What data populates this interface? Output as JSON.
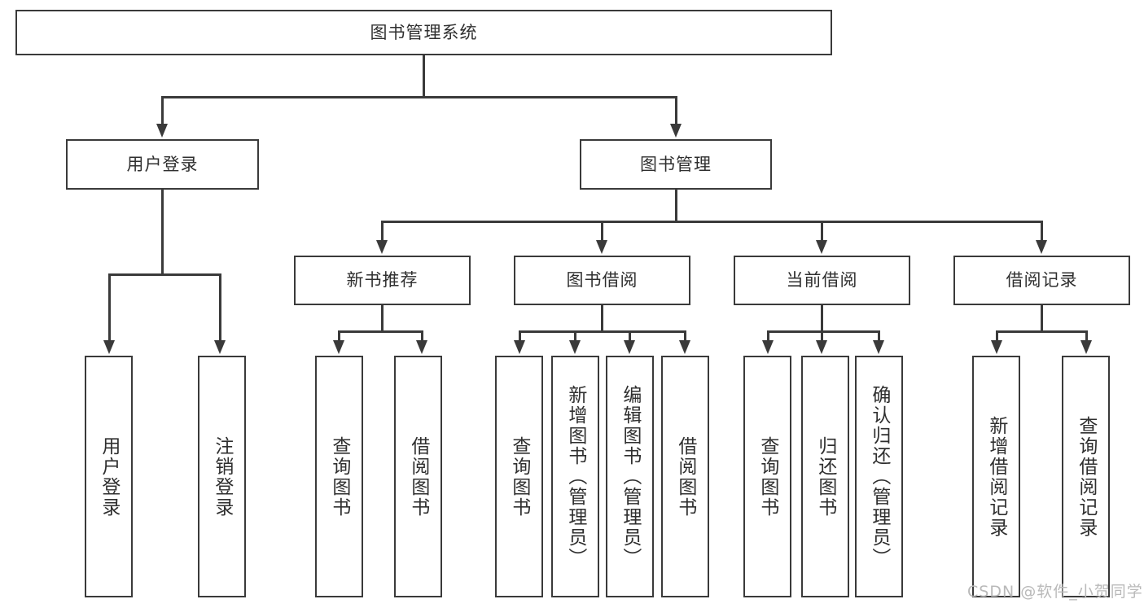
{
  "diagram": {
    "title": "图书管理系统",
    "type": "hierarchy-tree",
    "root": {
      "label": "图书管理系统"
    },
    "level2": [
      {
        "id": "user-login",
        "label": "用户登录"
      },
      {
        "id": "book-management",
        "label": "图书管理"
      }
    ],
    "level3": [
      {
        "id": "new-book-recommend",
        "label": "新书推荐",
        "parent": "book-management"
      },
      {
        "id": "book-borrow",
        "label": "图书借阅",
        "parent": "book-management"
      },
      {
        "id": "current-borrow",
        "label": "当前借阅",
        "parent": "book-management"
      },
      {
        "id": "borrow-record",
        "label": "借阅记录",
        "parent": "book-management"
      }
    ],
    "leaves": {
      "user-login": [
        {
          "id": "leaf-user-login",
          "label": "用户登录"
        },
        {
          "id": "leaf-user-logout",
          "label": "注销登录"
        }
      ],
      "new-book-recommend": [
        {
          "id": "leaf-query-book-1",
          "label": "查询图书"
        },
        {
          "id": "leaf-borrow-book-1",
          "label": "借阅图书"
        }
      ],
      "book-borrow": [
        {
          "id": "leaf-query-book-2",
          "label": "查询图书"
        },
        {
          "id": "leaf-add-book",
          "label": "新增图书（管理员）"
        },
        {
          "id": "leaf-edit-book",
          "label": "编辑图书（管理员）"
        },
        {
          "id": "leaf-borrow-book-2",
          "label": "借阅图书"
        }
      ],
      "current-borrow": [
        {
          "id": "leaf-query-book-3",
          "label": "查询图书"
        },
        {
          "id": "leaf-return-book",
          "label": "归还图书"
        },
        {
          "id": "leaf-confirm-return",
          "label": "确认归还（管理员）"
        }
      ],
      "borrow-record": [
        {
          "id": "leaf-add-record",
          "label": "新增借阅记录"
        },
        {
          "id": "leaf-query-record",
          "label": "查询借阅记录"
        }
      ]
    }
  },
  "watermark": {
    "text": "CSDN @软件_小贺同学"
  },
  "colors": {
    "stroke": "#3a3a3a",
    "text": "#2f2f2f",
    "background": "#ffffff",
    "watermark": "#b9b9b9"
  }
}
